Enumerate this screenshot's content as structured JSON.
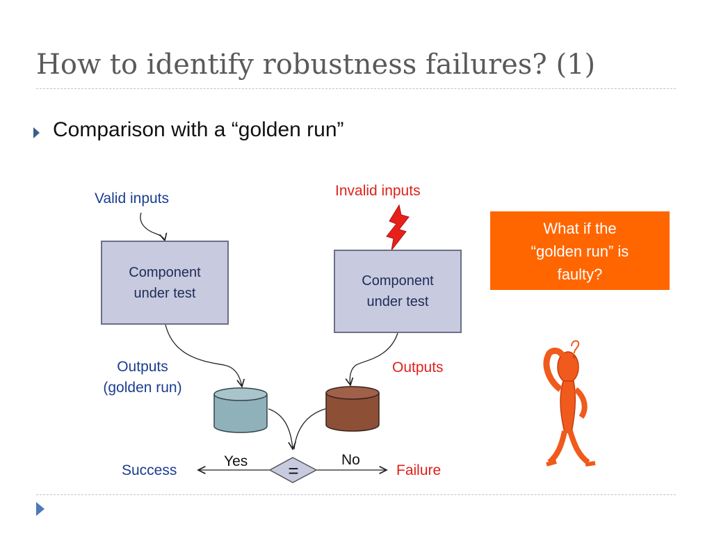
{
  "slide": {
    "title": "How to identify robustness failures? (1)",
    "bullet": "Comparison with a “golden run”"
  },
  "diagram": {
    "valid_inputs": "Valid inputs",
    "invalid_inputs": "Invalid inputs",
    "left_component": {
      "line1": "Component",
      "line2": "under test"
    },
    "right_component": {
      "line1": "Component",
      "line2": "under test"
    },
    "outputs_golden_line1": "Outputs",
    "outputs_golden_line2": "(golden run)",
    "outputs_faulty": "Outputs",
    "compare_symbol": "=",
    "yes": "Yes",
    "no": "No",
    "success": "Success",
    "failure": "Failure"
  },
  "callout": {
    "line1": "What if the",
    "line2": "“golden run” is",
    "line3": "faulty?"
  },
  "colors": {
    "accent_blue": "#1a3d8f",
    "accent_red": "#e0211b",
    "callout_orange": "#ff6600",
    "golden_db": "#8fb1ba",
    "faulty_db": "#8e4f37",
    "box_fill": "#c8cadf"
  },
  "icons": [
    "lightning-icon",
    "confused-stick-figure-icon",
    "bullet-arrow-icon"
  ]
}
